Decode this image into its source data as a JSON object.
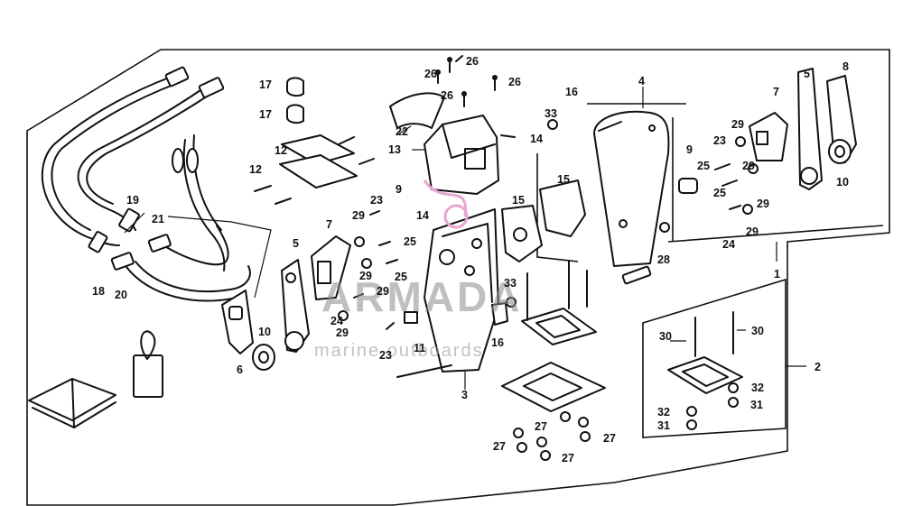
{
  "callouts": {
    "c1": "1",
    "c2": "2",
    "c3": "3",
    "c4": "4",
    "c5a": "5",
    "c5b": "5",
    "c6": "6",
    "c7a": "7",
    "c7b": "7",
    "c8": "8",
    "c9a": "9",
    "c9b": "9",
    "c10a": "10",
    "c10b": "10",
    "c11": "11",
    "c12a": "12",
    "c12b": "12",
    "c13": "13",
    "c14a": "14",
    "c14b": "14",
    "c15a": "15",
    "c15b": "15",
    "c16a": "16",
    "c16b": "16",
    "c17a": "17",
    "c17b": "17",
    "c18": "18",
    "c19": "19",
    "c20": "20",
    "c21": "21",
    "c22": "22",
    "c23a": "23",
    "c23b": "23",
    "c23c": "23",
    "c24a": "24",
    "c24b": "24",
    "c25a": "25",
    "c25b": "25",
    "c25c": "25",
    "c25d": "25",
    "c26a": "26",
    "c26b": "26",
    "c26c": "26",
    "c26d": "26",
    "c27a": "27",
    "c27b": "27",
    "c27c": "27",
    "c27d": "27",
    "c28": "28",
    "c29a": "29",
    "c29b": "29",
    "c29c": "29",
    "c29d": "29",
    "c29e": "29",
    "c29f": "29",
    "c29g": "29",
    "c29h": "29",
    "c30a": "30",
    "c30b": "30",
    "c31a": "31",
    "c31b": "31",
    "c32a": "32",
    "c32b": "32",
    "c33a": "33",
    "c33b": "33"
  },
  "watermark": {
    "brand": "ARMADA",
    "tagline": "marine outboards",
    "color": "#e6a6cf"
  }
}
